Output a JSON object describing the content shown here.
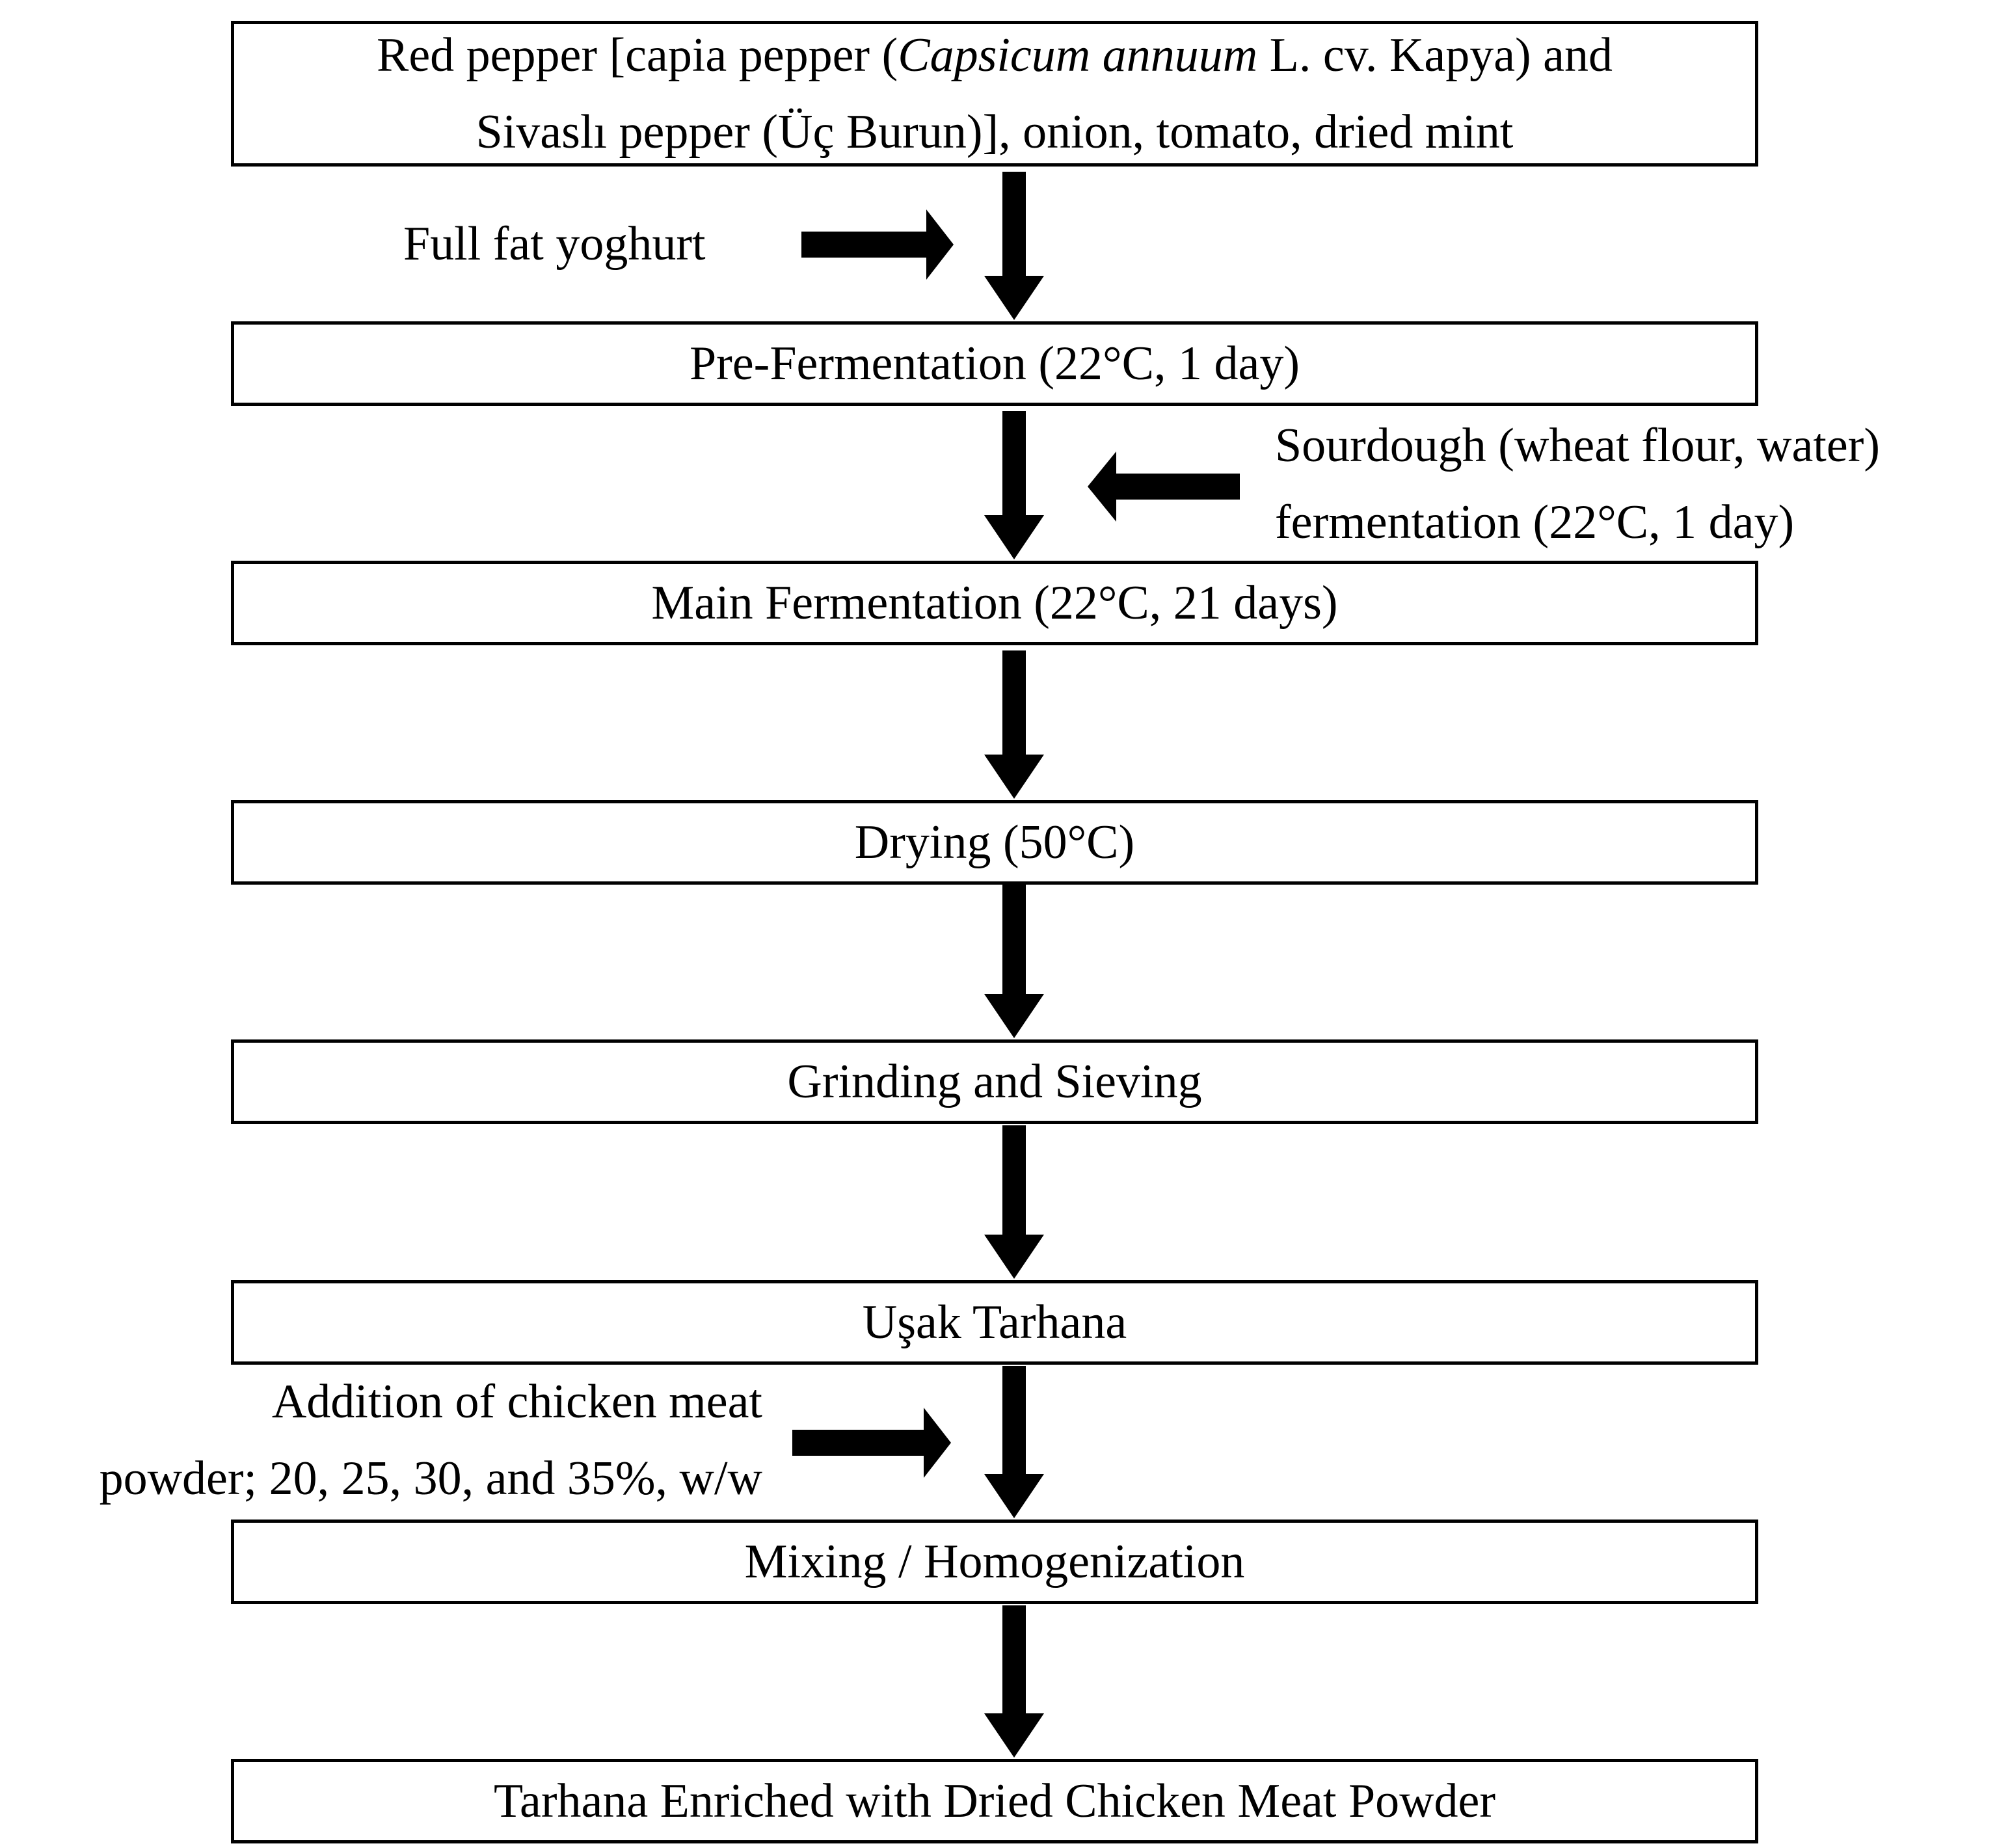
{
  "steps": [
    {
      "line1_before_italic": "Red pepper [capia pepper (",
      "line1_italic": "Capsicum annuum",
      "line1_after_italic": " L. cv. Kapya) and",
      "line2": "Sivaslı pepper (Üç Burun)], onion, tomato, dried mint"
    },
    {
      "label": "Pre-Fermentation (22°C, 1 day)"
    },
    {
      "label": "Main Fermentation (22°C, 21 days)"
    },
    {
      "label": "Drying (50°C)"
    },
    {
      "label": "Grinding and Sieving"
    },
    {
      "label": "Uşak Tarhana"
    },
    {
      "label": "Mixing / Homogenization"
    },
    {
      "label": "Tarhana Enriched with Dried Chicken Meat Powder"
    }
  ],
  "inputs": {
    "yoghurt": {
      "line1": "Full fat yoghurt"
    },
    "sourdough": {
      "line1": "Sourdough (wheat flour, water)",
      "line2": "fermentation (22°C, 1 day)"
    },
    "chicken": {
      "line1": "Addition of chicken meat",
      "line2": "powder; 20, 25, 30, and 35%, w/w"
    }
  },
  "colors": {
    "stroke": "#000000",
    "background": "#ffffff"
  }
}
